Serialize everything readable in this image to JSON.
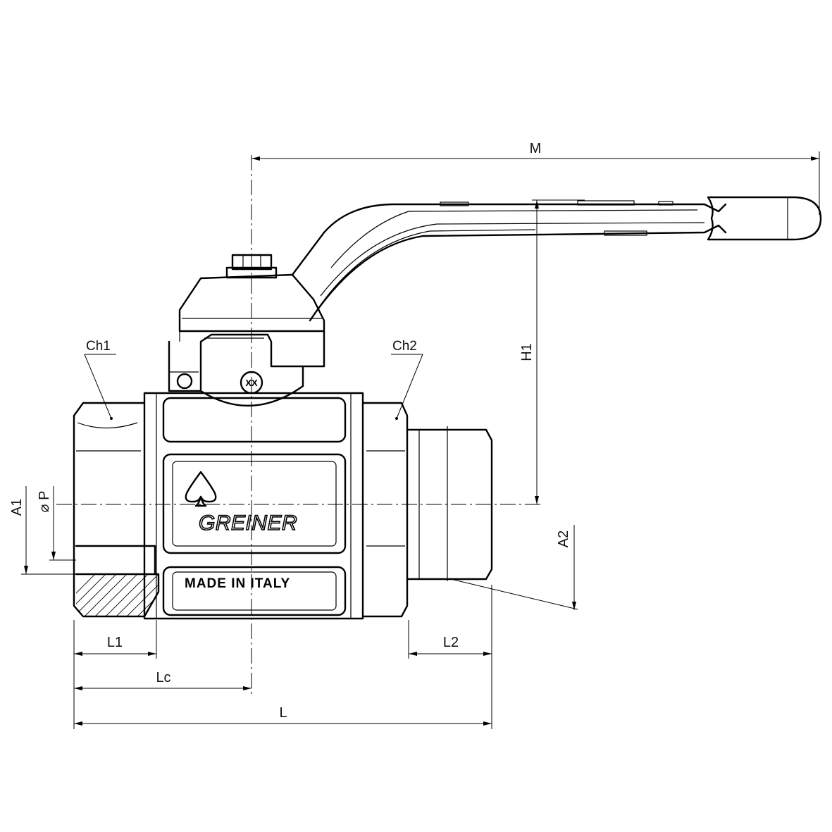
{
  "labels": {
    "m": "M",
    "h1": "H1",
    "ch1": "Ch1",
    "ch2": "Ch2",
    "a1": "A1",
    "phi_p": "⌀ P",
    "a2": "A2",
    "l1": "L1",
    "l2": "L2",
    "lc": "Lc",
    "l": "L"
  },
  "body_text": {
    "brand": "GREINER",
    "origin": "MADE IN ITALY",
    "marking": "XX"
  }
}
